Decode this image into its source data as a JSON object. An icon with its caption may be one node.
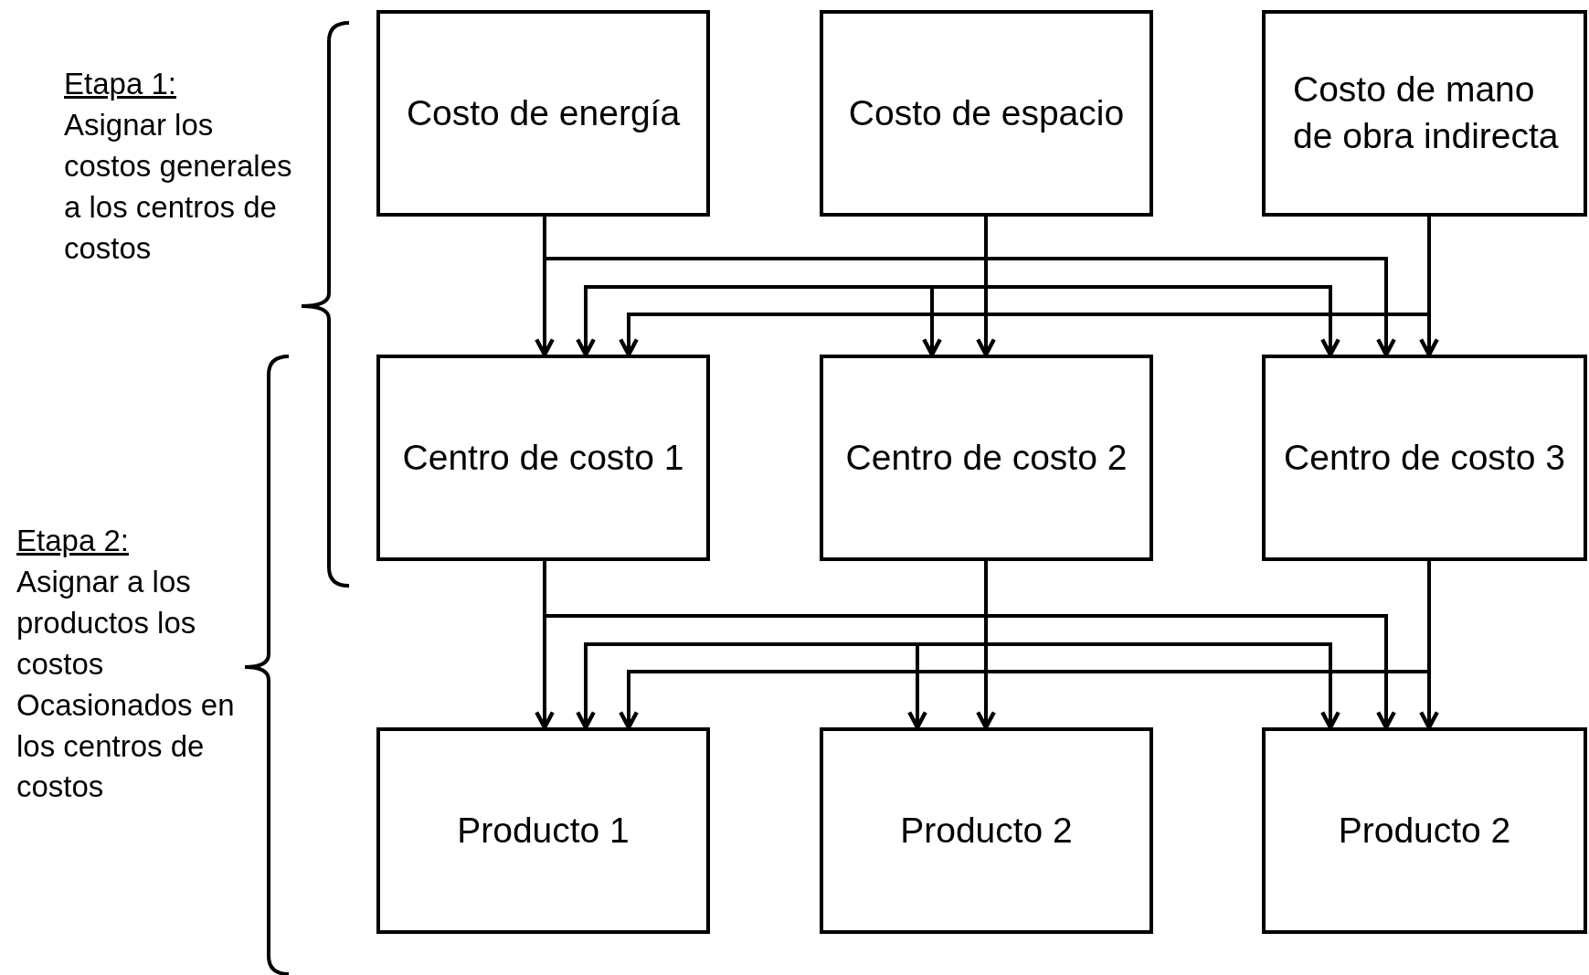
{
  "diagram": {
    "nodes": [
      {
        "text": [
          "Costo de energía"
        ]
      },
      {
        "text": [
          "Costo de espacio"
        ]
      },
      {
        "text": [
          "Costo de mano de obra indirecta"
        ]
      },
      {
        "text": [
          "Centro de costo 1"
        ]
      },
      {
        "text": [
          "Centro de costo 2"
        ]
      },
      {
        "text": [
          "Centro de costo 3"
        ]
      },
      {
        "text": [
          "Producto 1"
        ]
      },
      {
        "text": [
          "Producto 2"
        ]
      },
      {
        "text": [
          "Producto 2"
        ]
      }
    ],
    "edges": [
      {
        "from": 0,
        "to": 3,
        "arrow": "to"
      },
      {
        "from": 0,
        "to": 5,
        "arrow": "to"
      },
      {
        "from": 1,
        "to": 4,
        "arrow": "to"
      },
      {
        "from": 1,
        "to": 3,
        "arrow": "to"
      },
      {
        "from": 1,
        "to": 4,
        "arrow": "to"
      },
      {
        "from": 1,
        "to": 5,
        "arrow": "to"
      },
      {
        "from": 2,
        "to": 5,
        "arrow": "to"
      },
      {
        "from": 2,
        "to": 3,
        "arrow": "to"
      },
      {
        "from": 3,
        "to": 6,
        "arrow": "to"
      },
      {
        "from": 3,
        "to": 8,
        "arrow": "to"
      },
      {
        "from": 4,
        "to": 7,
        "arrow": "to"
      },
      {
        "from": 4,
        "to": 6,
        "arrow": "to"
      },
      {
        "from": 4,
        "to": 7,
        "arrow": "to"
      },
      {
        "from": 4,
        "to": 8,
        "arrow": "to"
      },
      {
        "from": 5,
        "to": 8,
        "arrow": "to"
      },
      {
        "from": 5,
        "to": 6,
        "arrow": "to"
      }
    ],
    "labels": [
      "Etapa 1:",
      "Asignar los costos generales a los centros de costos",
      "Etapa 2:",
      "Asignar a los productos los costos Ocasionados en los centros de costos"
    ]
  }
}
